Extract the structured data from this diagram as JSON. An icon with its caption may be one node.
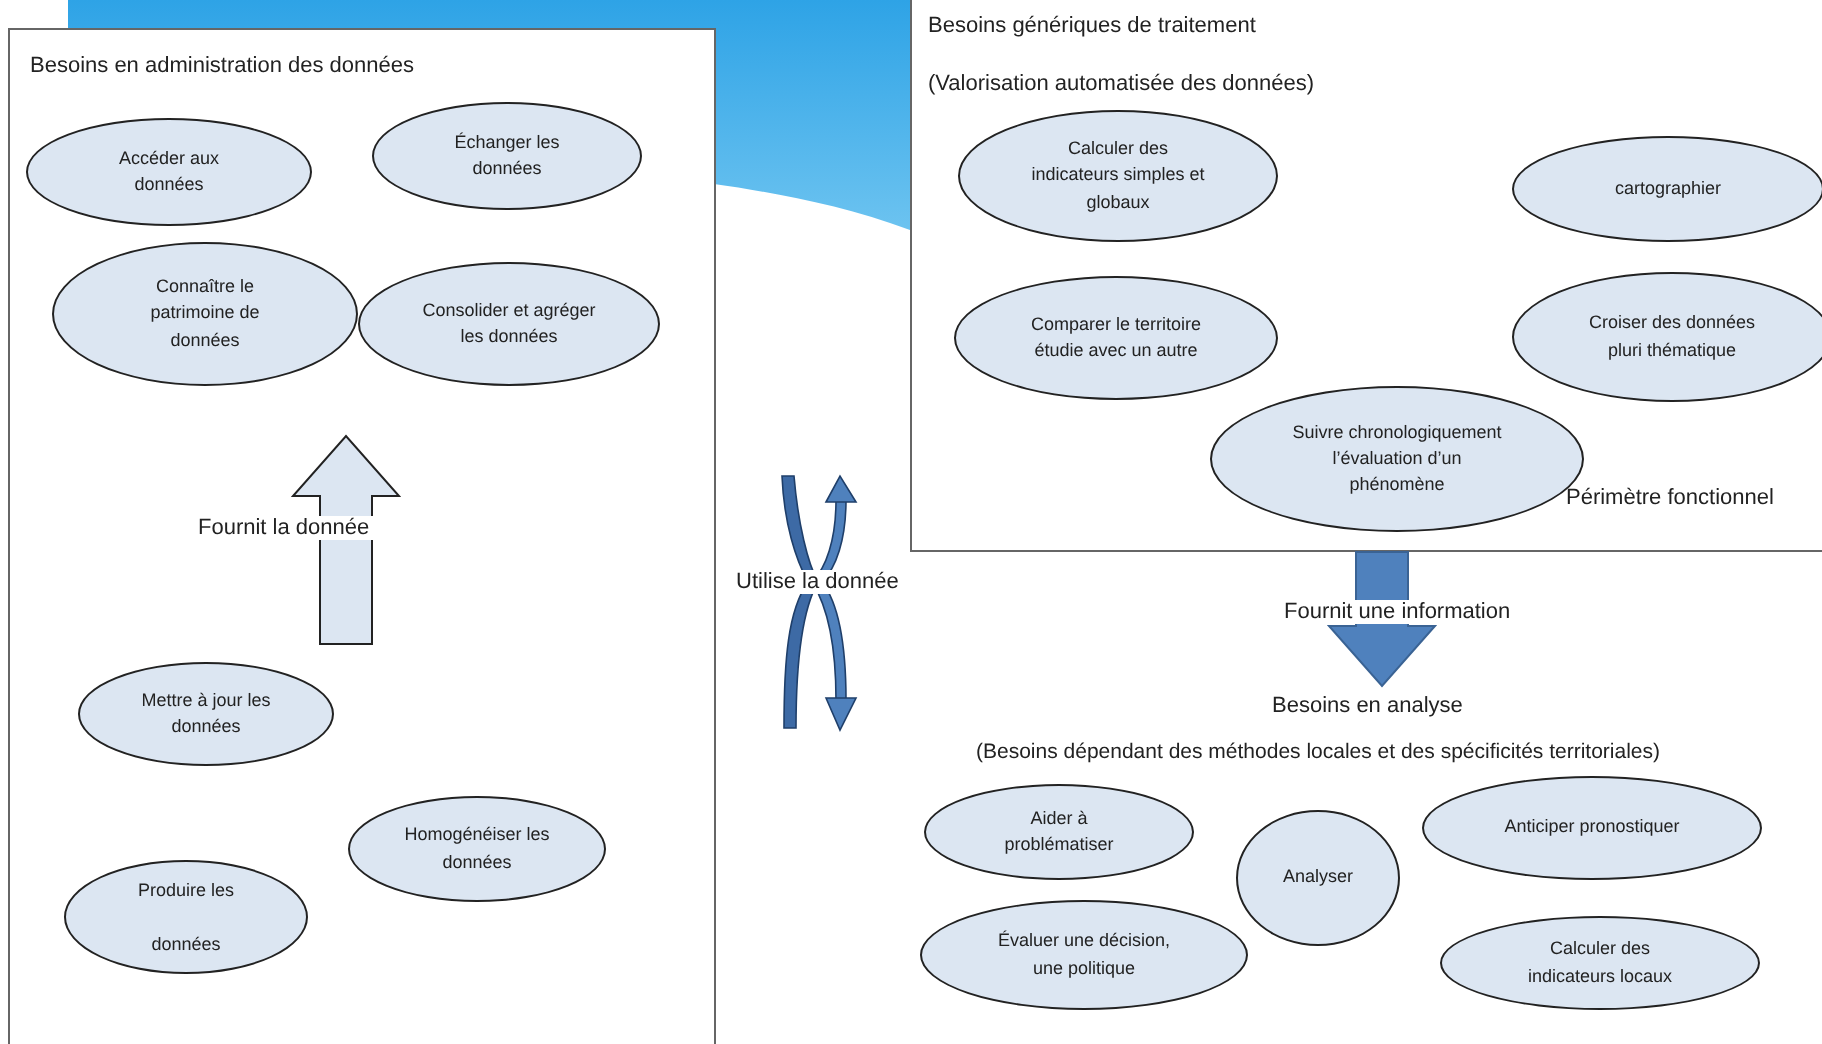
{
  "diagram": {
    "nodes": [
      {
        "text": [
          "Besoins en administration des données"
        ]
      },
      {
        "text": [
          "Accéder aux données"
        ],
        "in": 0
      },
      {
        "text": [
          "Échanger les données"
        ],
        "in": 0
      },
      {
        "text": [
          "Connaître le patrimoine de données"
        ],
        "in": 0
      },
      {
        "text": [
          "Consolider et agréger les données"
        ],
        "in": 0
      },
      {
        "text": [
          "Mettre à jour les données"
        ],
        "in": 0
      },
      {
        "text": [
          "Homogénéiser les données"
        ],
        "in": 0
      },
      {
        "text": [
          "Produire les données"
        ],
        "in": 0
      },
      {
        "text": [
          "Besoins génériques de traitement",
          "(Valorisation automatisée des données)",
          "Périmètre fonctionnel"
        ]
      },
      {
        "text": [
          "Calculer des indicateurs simples et globaux"
        ],
        "in": 8
      },
      {
        "text": [
          "cartographier"
        ],
        "in": 8
      },
      {
        "text": [
          "Comparer le territoire étudie avec un autre"
        ],
        "in": 8
      },
      {
        "text": [
          "Croiser des données pluri thématique"
        ],
        "in": 8
      },
      {
        "text": [
          "Suivre chronologiquement l’évaluation d’un phénomène"
        ],
        "in": 8
      },
      {
        "text": [
          "Aider à problématiser"
        ]
      },
      {
        "text": [
          "Anticiper pronostiquer"
        ]
      },
      {
        "text": [
          "Analyser"
        ]
      },
      {
        "text": [
          "Évaluer une décision, une politique"
        ]
      },
      {
        "text": [
          "Calculer des indicateurs locaux"
        ]
      }
    ],
    "edges": [
      {
        "from": 5,
        "to": 3,
        "arrow": "to",
        "label": "Fournit la donnée",
        "style": "thick",
        "color": "#dce6f2"
      },
      {
        "from": 8,
        "to": null,
        "arrow": "to",
        "label": "Fournit une information",
        "style": "thick",
        "color": "#4f81bd"
      }
    ],
    "labels": [
      "Utilise la donnée",
      "Besoins en analyse",
      "(Besoins dépendant des méthodes locales et des spécificités territoriales)"
    ]
  }
}
